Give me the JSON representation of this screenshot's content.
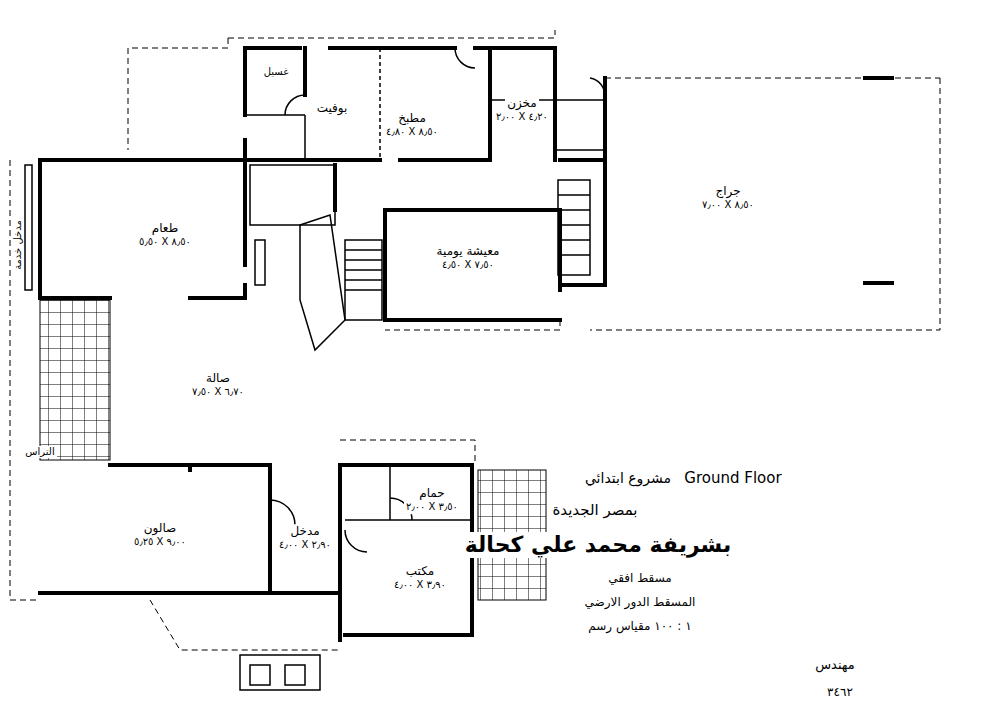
{
  "diagram": {
    "nodes": [
      {
        "text": [
          "بوفيت"
        ]
      },
      {
        "text": [
          "مطبخ",
          "٤٫٨٠ X ٨٫٥٠"
        ]
      },
      {
        "text": [
          "مخزن",
          "٢٫٠٠ X ٤٫٢٠"
        ]
      },
      {
        "text": [
          "جراج",
          "٧٫٠٠ X ٨٫٥٠"
        ]
      },
      {
        "text": [
          "طعام",
          "٥٫٥٠ X ٨٫٥٠"
        ]
      },
      {
        "text": [
          "معيشة يومية",
          "٤٫٥٠ X ٧٫٥٠"
        ]
      },
      {
        "text": [
          "صالة",
          "٧٫٥٠ X ٦٫٧٠"
        ]
      },
      {
        "text": [
          "صالون",
          "٥٫٢٥ X ٩٫٠٠"
        ]
      },
      {
        "text": [
          "مدخل",
          "٤٫٠٠ X ٢٫٩٠"
        ]
      },
      {
        "text": [
          "حمام",
          "٢٫٠٠ X ٣٫٥٠"
        ]
      },
      {
        "text": [
          "مكتب",
          "٤٫٠٠ X ٣٫٩٠"
        ]
      }
    ],
    "labels": [
      "غسيل",
      "مدخل خدمة",
      "التراس",
      "Ground Floor",
      "مشروع ابتدائي",
      "بمصر الجديدة",
      "بشريفة محمد علي كحالة",
      "مسقط افقي",
      "المسقط الدور الارضي",
      "١ : ١٠٠ مقياس رسم",
      "مهندس",
      "٣٤٦٢"
    ]
  }
}
